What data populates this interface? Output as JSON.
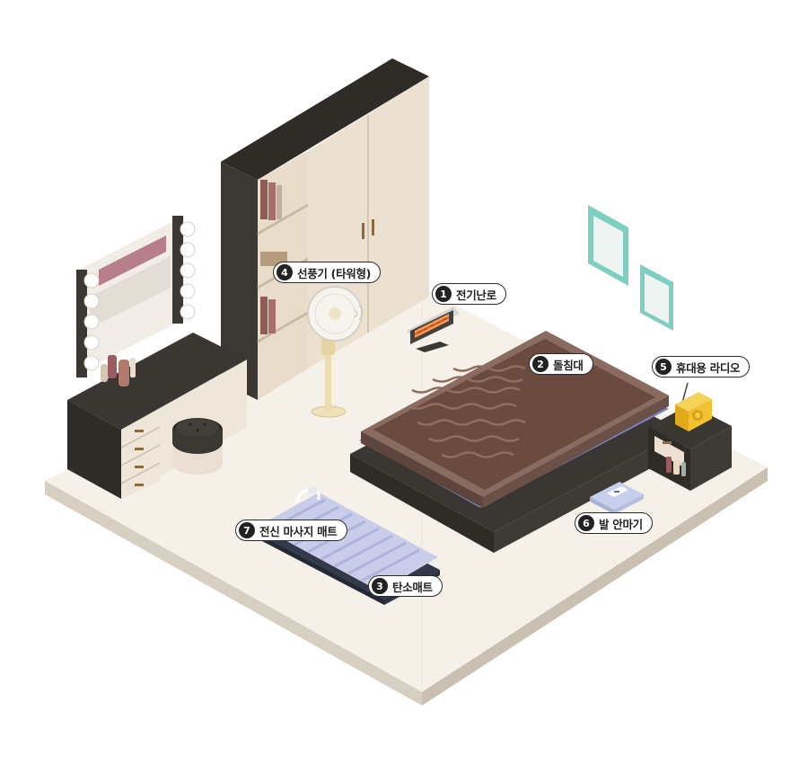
{
  "labels": {
    "heater": {
      "num": "1",
      "text": "전기난로"
    },
    "stone_bed": {
      "num": "2",
      "text": "돌침대"
    },
    "carbon_mat": {
      "num": "3",
      "text": "탄소매트"
    },
    "fan": {
      "num": "4",
      "text": "선풍기 (타워형)"
    },
    "radio": {
      "num": "5",
      "text": "휴대용 라디오"
    },
    "foot_warmer": {
      "num": "6",
      "text": "발 안마기"
    },
    "body_massager": {
      "num": "7",
      "text": "전신 마사지 매트"
    }
  },
  "colors": {
    "floor": "#f4efe6",
    "wall_dark": "#3b3833",
    "cabinet": "#ede0d2",
    "bed_top": "#6b4a3f",
    "bed_edge": "#8d6a5d",
    "mattress_blue": "#c9cde9",
    "frame_green": "#7fcfc1",
    "radio_yellow": "#f1c132",
    "label_badge": "#222222"
  },
  "icons": [
    "fan-icon",
    "heater-icon",
    "radio-icon",
    "foot-warmer-icon",
    "mirror-icon",
    "stool-icon"
  ]
}
